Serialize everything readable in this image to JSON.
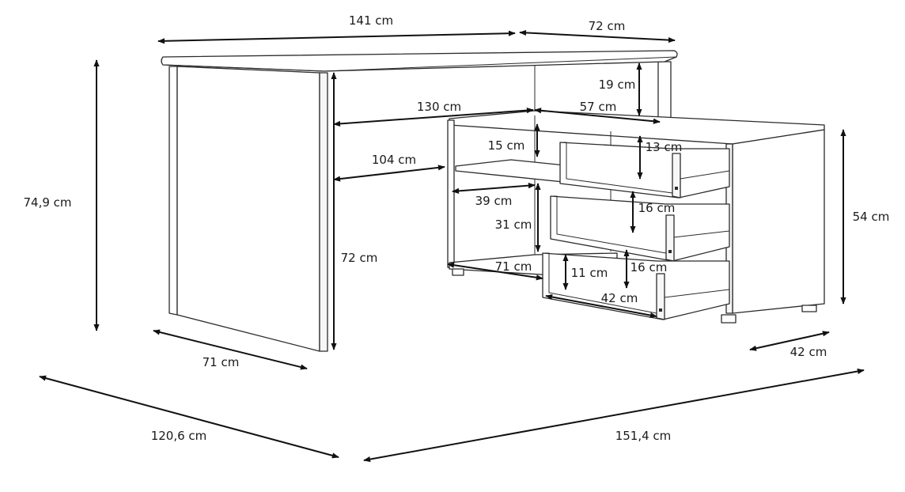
{
  "dimensions": {
    "desk_width": "141 cm",
    "return_top_width": "72 cm",
    "upper_gap_height": "19 cm",
    "inner_width": "130 cm",
    "return_depth": "57 cm",
    "top_gap": "15 cm",
    "drawer1_height": "13 cm",
    "shelf_width": "104 cm",
    "shelf_depth": "39 cm",
    "drawer2_height": "16 cm",
    "middle_space_height": "31 cm",
    "total_height": "74,9 cm",
    "cabinet_height": "54 cm",
    "desk_leg_height": "72 cm",
    "bottom_shelf_depth": "71 cm",
    "drawer3_inner_height": "11 cm",
    "drawer3_height": "16 cm",
    "drawer_depth": "42 cm",
    "desk_depth": "71 cm",
    "cabinet_depth": "42 cm",
    "overall_depth": "120,6 cm",
    "overall_width": "151,4 cm"
  }
}
